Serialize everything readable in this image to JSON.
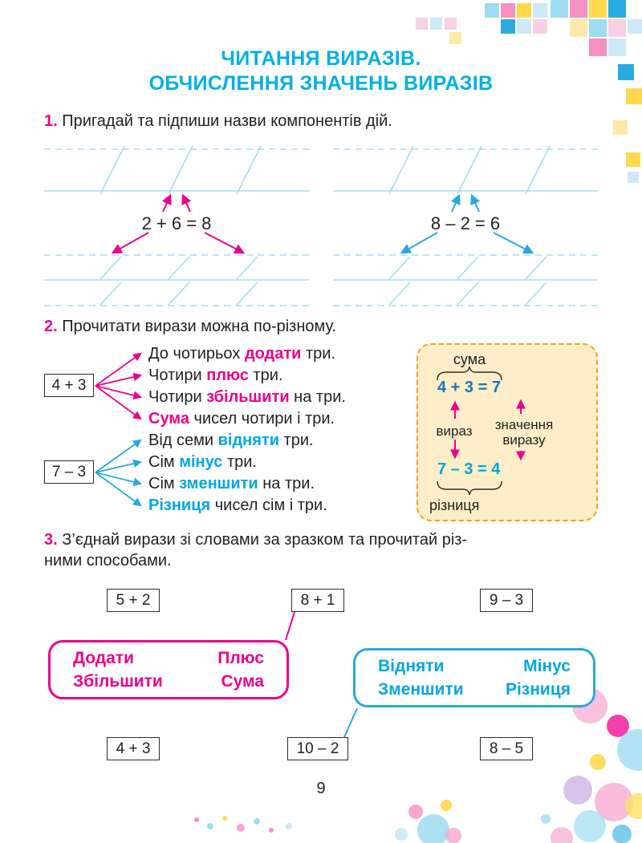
{
  "page": {
    "number": "9"
  },
  "title": {
    "line1": "ЧИТАННЯ ВИРАЗІВ.",
    "line2": "ОБЧИСЛЕННЯ ЗНАЧЕНЬ ВИРАЗІВ"
  },
  "colors": {
    "title_cyan": "#00b0e6",
    "pink": "#ec008c",
    "cyan": "#00a7e3",
    "blue": "#1b75bc",
    "line_lightblue": "#a5dcf0",
    "panel_border_orange": "#f7a11a",
    "panel_bg": "#fdedc8"
  },
  "ex1": {
    "number": "1.",
    "prompt": "Пригадай та підпиши назви компонентів дій.",
    "left_expression": "2 + 6 = 8",
    "right_expression": "8 – 2 = 6"
  },
  "ex2": {
    "number": "2.",
    "prompt": "Прочитати вирази можна по-різному.",
    "box_add": "4 + 3",
    "box_sub": "7 – 3",
    "lines": [
      {
        "pre": "До чотирьох ",
        "key": "додати",
        "post": " три."
      },
      {
        "pre": "Чотири ",
        "key": "плюс",
        "post": " три."
      },
      {
        "pre": "Чотири ",
        "key": "збільшити",
        "post": " на три."
      },
      {
        "pre": "",
        "key": "Сума",
        "post": " чисел чотири і три."
      },
      {
        "pre": "Від семи ",
        "key": "відняти",
        "post": " три."
      },
      {
        "pre": "Сім ",
        "key": "мінус",
        "post": " три."
      },
      {
        "pre": "Сім ",
        "key": "зменшити",
        "post": " на три."
      },
      {
        "pre": "",
        "key": "Різниця",
        "post": " чисел сім і три."
      }
    ],
    "panel": {
      "sum_label": "сума",
      "expr_sum": "4 + 3 = 7",
      "expr_label": "вираз",
      "value_label_line1": "значення",
      "value_label_line2": "виразу",
      "expr_diff": "7 – 3 = 4",
      "diff_label": "різниця"
    }
  },
  "ex3": {
    "number": "3.",
    "prompt_line1": "З’єднай вирази зі словами за зразком та прочитай різ-",
    "prompt_line2": "ними способами.",
    "top_boxes": [
      "5 + 2",
      "8 + 1",
      "9 – 3"
    ],
    "bottom_boxes": [
      "4 + 3",
      "10 – 2",
      "8 – 5"
    ],
    "pink_words": [
      "Додати",
      "Плюс",
      "Збільшити",
      "Сума"
    ],
    "cyan_words": [
      "Відняти",
      "Мінус",
      "Зменшити",
      "Різниця"
    ]
  }
}
